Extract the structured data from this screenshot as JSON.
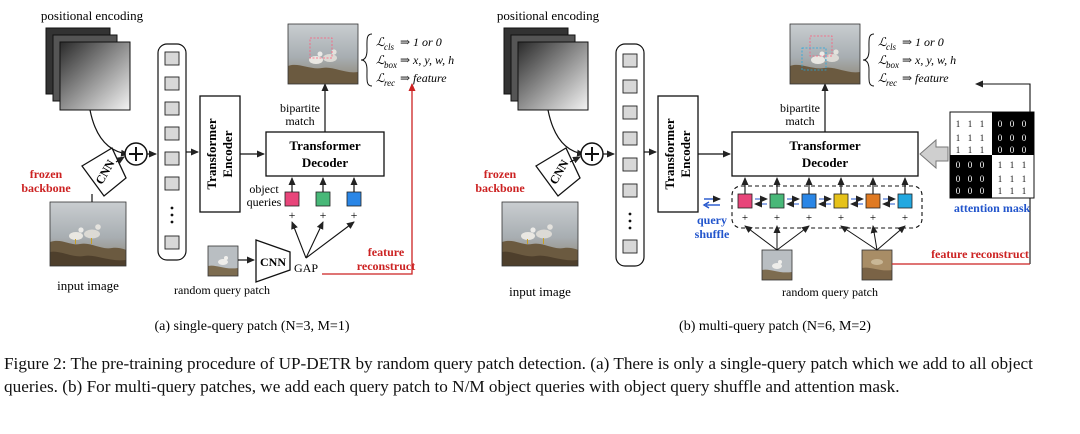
{
  "colors": {
    "frozen_text": "#cc2222",
    "feature_text": "#cc2222",
    "query_shuffle_text": "#2255cc",
    "attention_mask_text": "#2255cc",
    "query_pink": "#e8457a",
    "query_green": "#48b878",
    "query_blue": "#2a86e6",
    "query_yellow": "#e6c21a",
    "query_orange": "#e07a22",
    "query_cyan": "#22a8e0"
  },
  "panel_a": {
    "positional_encoding": "positional encoding",
    "frozen_line1": "frozen",
    "frozen_line2": "backbone",
    "cnn": "CNN",
    "input_image": "input image",
    "encoder_line1": "Transformer",
    "encoder_line2": "Encoder",
    "decoder_line1": "Transformer",
    "decoder_line2": "Decoder",
    "object_queries_line1": "object",
    "object_queries_line2": "queries",
    "bipartite_line1": "bipartite",
    "bipartite_line2": "match",
    "loss_cls_sub": "cls",
    "loss_cls_target": "⇒ 1 or 0",
    "loss_box_sub": "box",
    "loss_box_target": "⇒ x, y, w, h",
    "loss_rec_sub": "rec",
    "loss_rec_target": "⇒ feature",
    "cnn_query": "CNN",
    "gap": "GAP",
    "feature_reconstruct_line1": "feature",
    "feature_reconstruct_line2": "reconstruct",
    "random_query_patch": "random query patch",
    "plus": "+",
    "title": "(a) single-query patch (N=3, M=1)"
  },
  "panel_b": {
    "positional_encoding": "positional encoding",
    "frozen_line1": "frozen",
    "frozen_line2": "backbone",
    "cnn": "CNN",
    "input_image": "input image",
    "encoder_line1": "Transformer",
    "encoder_line2": "Encoder",
    "decoder_line1": "Transformer",
    "decoder_line2": "Decoder",
    "bipartite_line1": "bipartite",
    "bipartite_line2": "match",
    "loss_cls_sub": "cls",
    "loss_cls_target": "⇒ 1 or 0",
    "loss_box_sub": "box",
    "loss_box_target": "⇒ x, y, w, h",
    "loss_rec_sub": "rec",
    "loss_rec_target": "⇒ feature",
    "query_shuffle_line1": "query",
    "query_shuffle_line2": "shuffle",
    "attention_mask": "attention mask",
    "feature_reconstruct": "feature reconstruct",
    "random_query_patch": "random query patch",
    "plus": "+",
    "mask_one": "1",
    "mask_zero": "0",
    "title": "(b) multi-query patch (N=6, M=2)"
  },
  "caption": "Figure 2: The pre-training procedure of UP-DETR by random query patch detection. (a) There is only a single-query patch which we add to all object queries. (b) For multi-query patches, we add each query patch to N/M object queries with object query shuffle and attention mask."
}
